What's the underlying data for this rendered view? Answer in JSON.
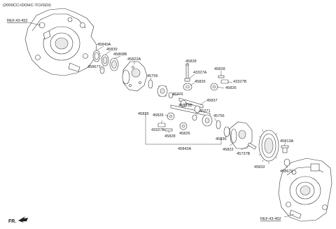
{
  "header": {
    "engine_spec": "(2000CC>DOHC-TCI/GDI)"
  },
  "refs": {
    "upper_ref": "REF.43-452",
    "lower_ref": "REF.43-452"
  },
  "direction": {
    "front_label": "FR."
  },
  "parts": {
    "p45840A": "45840A",
    "p45839": "45839",
    "p45868B": "45868B",
    "p45822A": "45822A",
    "p45867T": "45867T",
    "p45756_top": "45756",
    "p45828_a": "45828",
    "p43327A": "43327A",
    "p45826_a": "45826",
    "p45828_b": "45828",
    "p43327B_a": "43327B",
    "p45826_b": "45826",
    "p45271_a": "45271",
    "p45837": "45837",
    "p45831D": "45831D",
    "p45271_b": "45271",
    "p45835": "45835",
    "p45826_c": "45826",
    "p43327B_b": "43327B",
    "p45828_c": "45828",
    "p45826_d": "45826",
    "p45756_bot": "45756",
    "p45836": "45836",
    "p45822": "45822",
    "p45737B": "45737B",
    "p45842A": "45842A",
    "p45832": "45832",
    "p45813A": "45813A",
    "p45867V": "45867V"
  }
}
